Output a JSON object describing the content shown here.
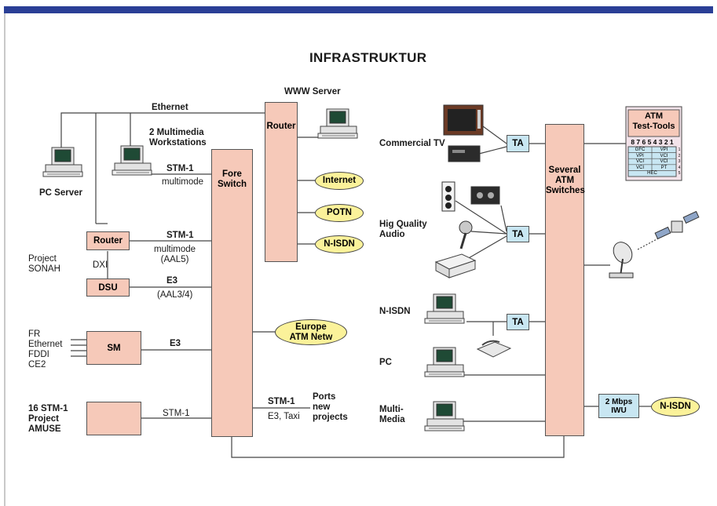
{
  "title": "INFRASTRUKTUR",
  "labels": {
    "ethernet": "Ethernet",
    "www_server": "WWW Server",
    "pc_server": "PC Server",
    "mm_workstations": "2 Multimedia\nWorkstations",
    "stm1": "STM-1",
    "multimode": "multimode",
    "router_link_stm1": "STM-1",
    "multimode_aal5": "multimode\n(AAL5)",
    "dxi": "DXI",
    "project_sonah": "Project\nSONAH",
    "e3": "E3",
    "aal34": "(AAL3/4)",
    "fr_list": "FR\nEthernet\nFDDI\nCE2",
    "sm_e3": "E3",
    "amuse": "16 STM-1\nProject\nAMUSE",
    "amuse_stm1": "STM-1",
    "ports_stm1": "STM-1",
    "e3_taxi": "E3, Taxi",
    "ports_new": "Ports\nnew\nprojects",
    "commercial_tv": "Commercial TV",
    "hq_audio": "Hig Quality\nAudio",
    "n_isdn_left": "N-ISDN",
    "pc": "PC",
    "multimedia": "Multi-\nMedia"
  },
  "boxes": {
    "router_top": "Router",
    "fore_switch": "Fore\nSwitch",
    "router_left": "Router",
    "dsu": "DSU",
    "sm": "SM",
    "several_atm": "Several\nATM\nSwitches",
    "ta_tv": "TA",
    "ta_audio": "TA",
    "ta_isdn": "TA",
    "iwu": "2 Mbps\nIWU"
  },
  "ovals": {
    "internet": "Internet",
    "potn": "POTN",
    "n_isdn_top": "N-ISDN",
    "europe_atm": "Europe\nATM Netw",
    "n_isdn_right": "N-ISDN"
  },
  "atm_test": {
    "title": "ATM\nTest-Tools",
    "bits": "8 7 6 5 4 3 2 1",
    "rows": [
      [
        "GFC",
        "VPI"
      ],
      [
        "VPI",
        "VCI"
      ],
      [
        "VCI",
        "VCI"
      ],
      [
        "VCI",
        "PT"
      ],
      [
        "HEC",
        ""
      ]
    ],
    "row_numbers": [
      "1",
      "2",
      "3",
      "4",
      "5"
    ]
  },
  "colors": {
    "bar": "#2a3f96",
    "pink": "#f6c9b9",
    "blue": "#c8e6f2",
    "yellow": "#fbf29a"
  },
  "icons": [
    "computer-icon",
    "tv-icon",
    "vcr-icon",
    "speaker-icon",
    "tape-icon",
    "microphone-icon",
    "amplifier-icon",
    "telephone-icon",
    "satellite-dish-icon",
    "satellite-icon"
  ]
}
